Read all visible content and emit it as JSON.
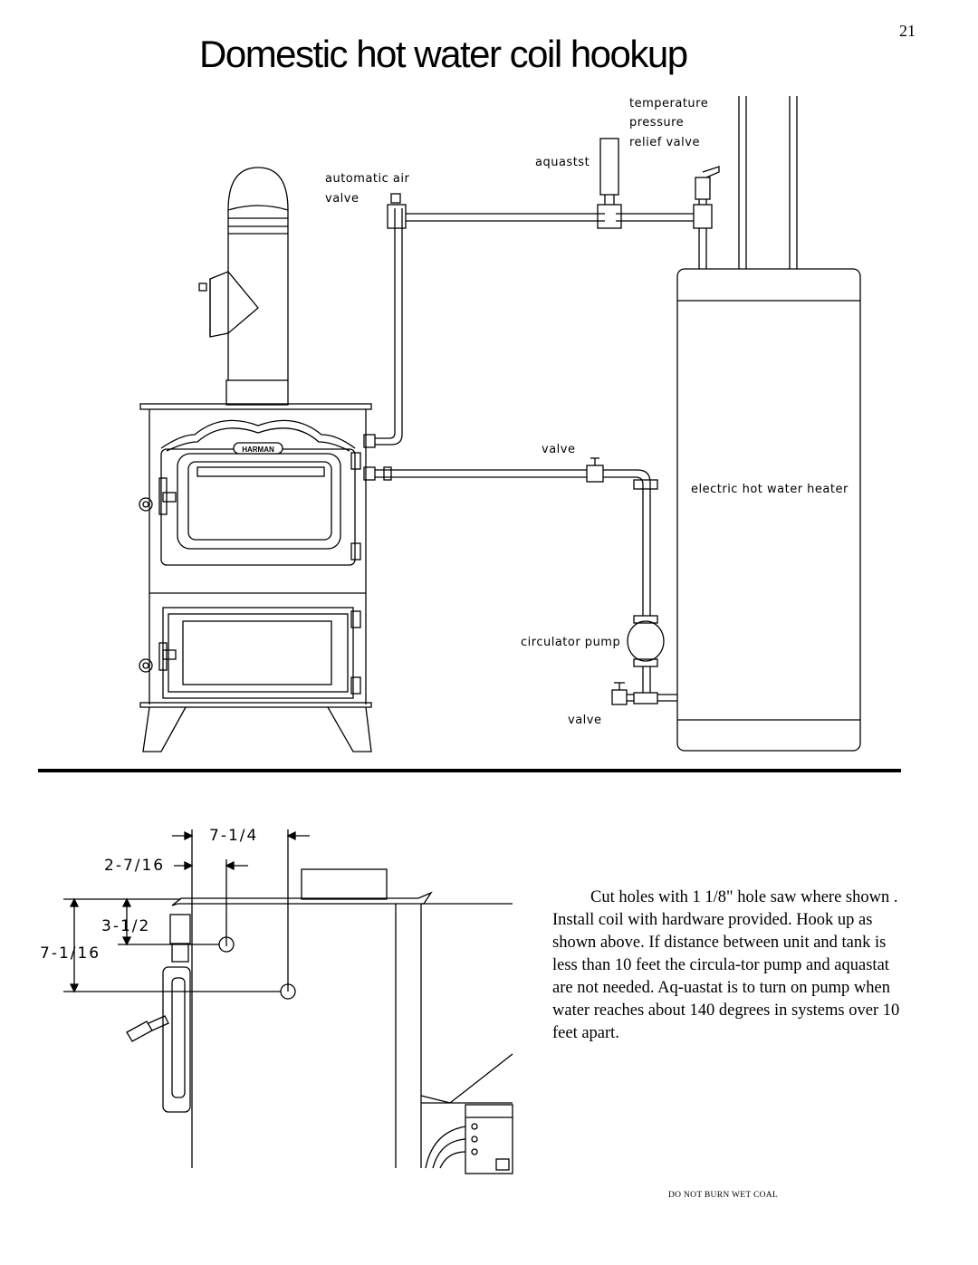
{
  "page": {
    "number": "21",
    "title": "Domestic hot water coil hookup"
  },
  "diagram": {
    "labels": {
      "temperature": "temperature",
      "pressure": "pressure",
      "relief_valve": "relief  valve",
      "aquastat": "aquastst",
      "automatic_air": "automatic air",
      "air_valve": "valve",
      "valve_upper": "valve",
      "electric_heater": "electric hot water heater",
      "circulator_pump": "circulator pump",
      "valve_lower": "valve",
      "stove_brand": "HARMAN"
    }
  },
  "dimensions": {
    "d1": "7-1/4",
    "d2": "2-7/16",
    "d3": "3-1/2",
    "d4": "7-1/16"
  },
  "instructions": {
    "text": "Cut holes with 1 1/8\" hole saw where shown . Install coil with hardware provided. Hook up as shown above. If distance between unit  and tank is less than 10 feet the circula-tor pump and aquastat are not needed. Aq-uastat is to turn on pump when water reaches about 140 degrees in systems over 10 feet apart."
  },
  "footer": {
    "note": "DO NOT BURN WET COAL"
  }
}
